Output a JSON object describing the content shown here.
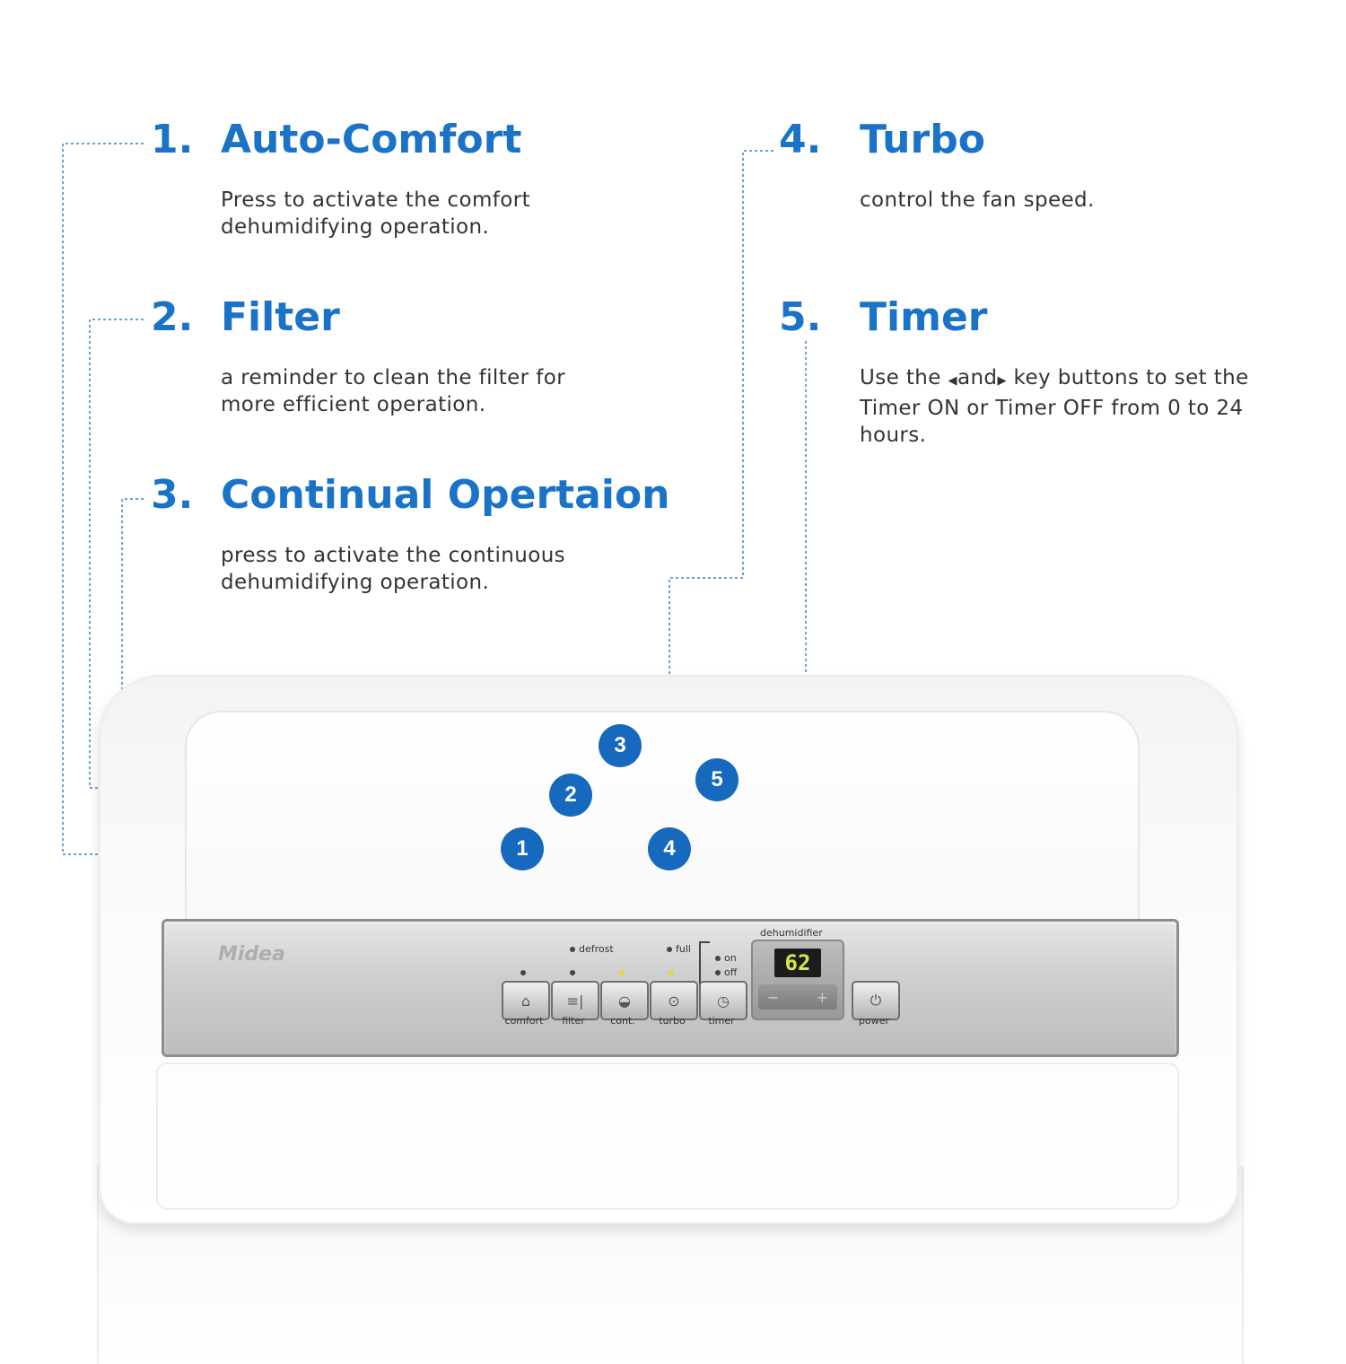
{
  "features": [
    {
      "num": "1.",
      "title": "Auto-Comfort",
      "desc": "Press to activate the comfort dehumidifying operation."
    },
    {
      "num": "2.",
      "title": "Filter",
      "desc": "a reminder to clean the filter for more efficient operation."
    },
    {
      "num": "3.",
      "title": "Continual Opertaion",
      "desc": "press to activate the continuous dehumidifying operation."
    },
    {
      "num": "4.",
      "title": "Turbo",
      "desc": "control the fan speed."
    },
    {
      "num": "5.",
      "title": "Timer",
      "desc_a": "Use the ",
      "desc_left_arrow": "◀",
      "desc_b": "and",
      "desc_right_arrow": "▶",
      "desc_c": " key buttons to set the Timer ON or Timer OFF from 0 to 24 hours."
    }
  ],
  "panel": {
    "brand": "Midea",
    "buttons": [
      {
        "label": "comfort",
        "icon": "home-icon",
        "glyph": "⌂"
      },
      {
        "label": "filter",
        "icon": "filter-icon",
        "glyph": "≡|"
      },
      {
        "label": "cont.",
        "icon": "drop-icon",
        "glyph": "◒"
      },
      {
        "label": "turbo",
        "icon": "fan-icon",
        "glyph": "⊙"
      },
      {
        "label": "timer",
        "icon": "clock-icon",
        "glyph": "◷"
      }
    ],
    "indicators": {
      "defrost": "defrost",
      "full": "full",
      "on": "on",
      "off": "off"
    },
    "display": {
      "title": "dehumidifier",
      "value": "62",
      "minus": "−",
      "plus": "+"
    },
    "power": {
      "label": "power",
      "icon": "power-icon",
      "glyph": "⏻"
    }
  },
  "badges": [
    "1",
    "2",
    "3",
    "4",
    "5"
  ],
  "colors": {
    "accent": "#1769bd",
    "heading": "#1a73c6",
    "text": "#333333",
    "led_lit": "#e3dc2a"
  }
}
